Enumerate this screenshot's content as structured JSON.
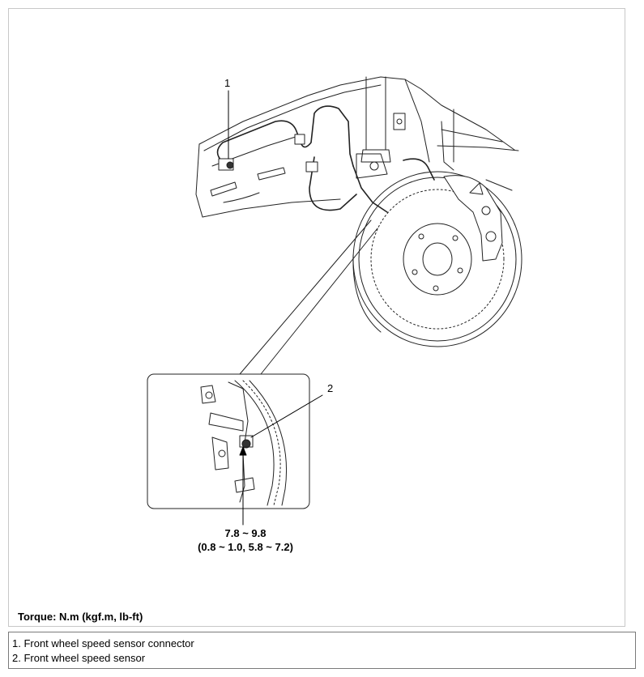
{
  "figure": {
    "callouts": [
      {
        "number": "1"
      },
      {
        "number": "2"
      }
    ],
    "torque_value": {
      "line1": "7.8 ~ 9.8",
      "line2": "(0.8 ~ 1.0, 5.8 ~ 7.2)"
    },
    "torque_caption": "Torque: N.m (kgf.m, lb-ft)"
  },
  "legend": {
    "items": [
      {
        "label": "1. Front wheel speed sensor connector"
      },
      {
        "label": "2. Front wheel speed sensor"
      }
    ]
  }
}
